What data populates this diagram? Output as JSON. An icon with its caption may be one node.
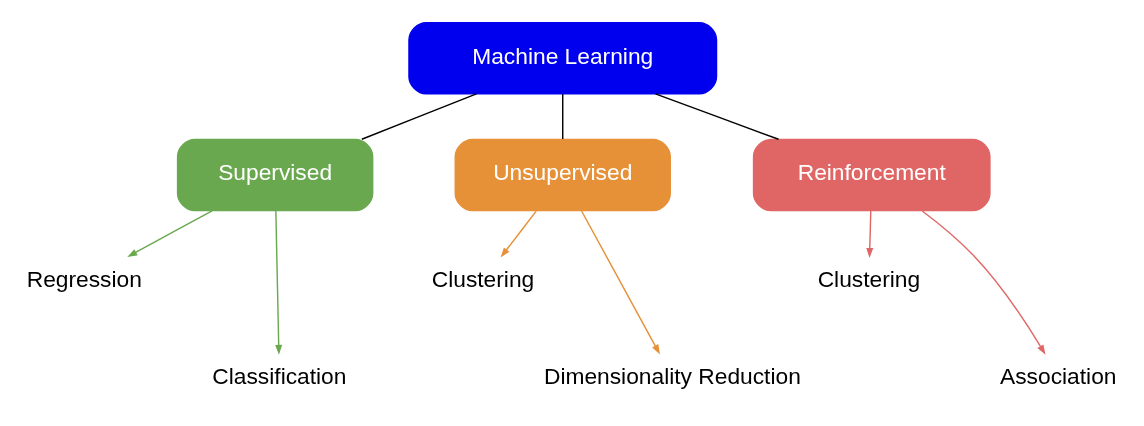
{
  "diagram": {
    "nodes": [
      {
        "text": [
          "Machine Learning"
        ]
      },
      {
        "text": [
          "Supervised"
        ]
      },
      {
        "text": [
          "Unsupervised"
        ]
      },
      {
        "text": [
          "Reinforcement"
        ]
      },
      {
        "text": [
          "Regression"
        ]
      },
      {
        "text": [
          "Classification"
        ]
      },
      {
        "text": [
          "Clustering"
        ]
      },
      {
        "text": [
          "Dimensionality Reduction"
        ]
      },
      {
        "text": [
          "Clustering"
        ]
      },
      {
        "text": [
          "Association"
        ]
      }
    ],
    "edges": [
      {
        "from": 0,
        "to": 1,
        "arrow": "none"
      },
      {
        "from": 0,
        "to": 2,
        "arrow": "none"
      },
      {
        "from": 0,
        "to": 3,
        "arrow": "none"
      },
      {
        "from": 1,
        "to": 4,
        "arrow": "to",
        "color": "#6aa84f"
      },
      {
        "from": 1,
        "to": 5,
        "arrow": "to",
        "color": "#6aa84f"
      },
      {
        "from": 2,
        "to": 6,
        "arrow": "to",
        "color": "#e69138"
      },
      {
        "from": 2,
        "to": 7,
        "arrow": "to",
        "color": "#e69138"
      },
      {
        "from": 3,
        "to": 8,
        "arrow": "to",
        "color": "#e06666"
      },
      {
        "from": 3,
        "to": 9,
        "arrow": "to",
        "color": "#e06666"
      }
    ]
  }
}
